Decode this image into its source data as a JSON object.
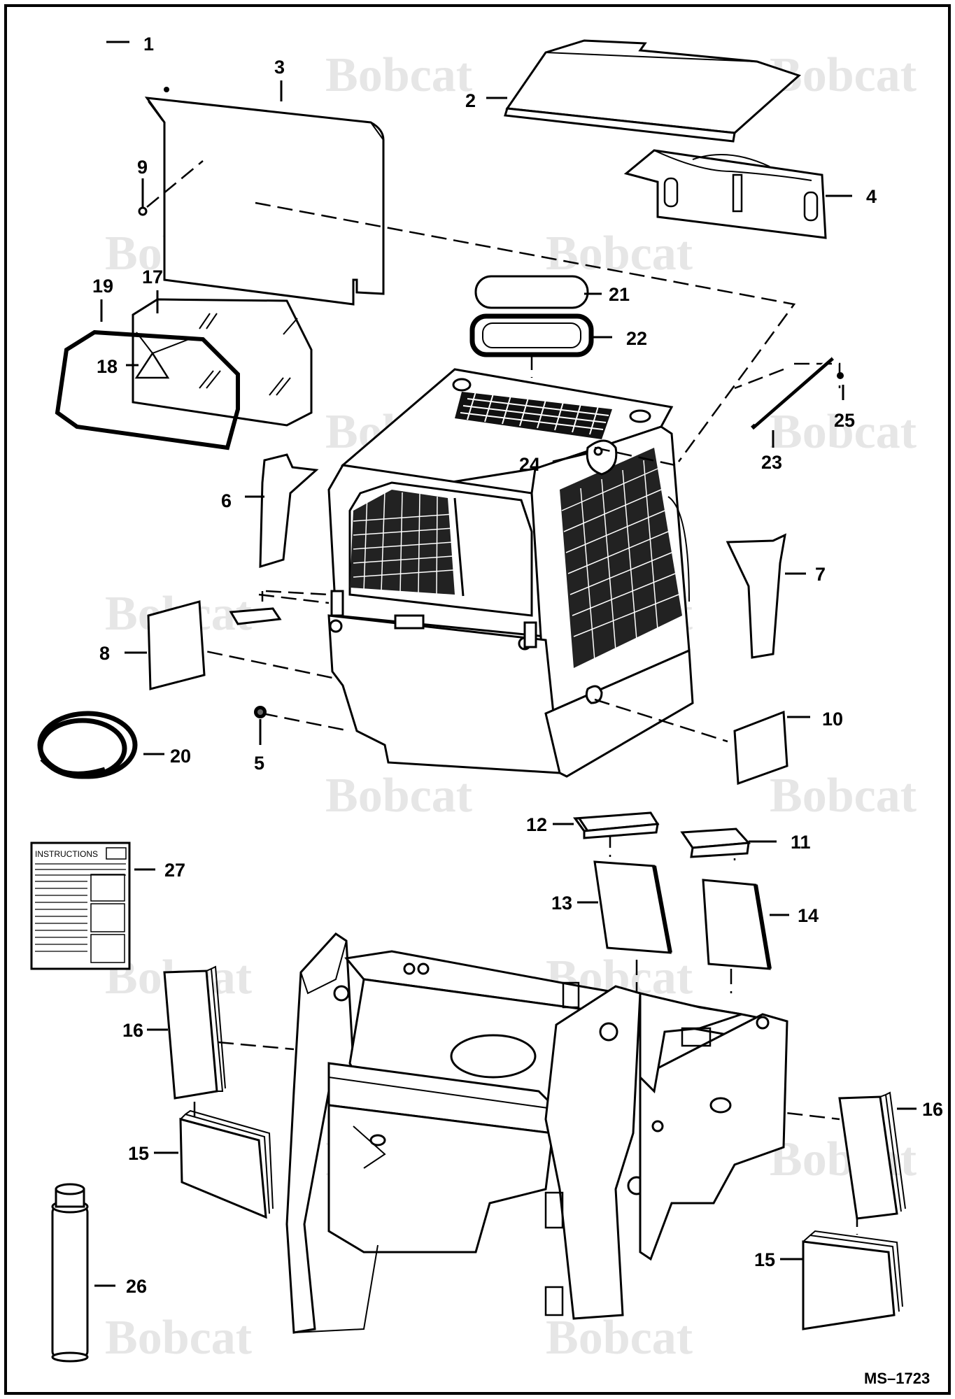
{
  "diagram": {
    "drawing_number": "MS–1723",
    "watermark_text": "Bobcat",
    "instructions_label": "INSTRUCTIONS",
    "callouts": [
      {
        "id": "1",
        "label": "1"
      },
      {
        "id": "2",
        "label": "2"
      },
      {
        "id": "3",
        "label": "3"
      },
      {
        "id": "4",
        "label": "4"
      },
      {
        "id": "5",
        "label": "5"
      },
      {
        "id": "6",
        "label": "6"
      },
      {
        "id": "7",
        "label": "7"
      },
      {
        "id": "8",
        "label": "8"
      },
      {
        "id": "9",
        "label": "9"
      },
      {
        "id": "10",
        "label": "10"
      },
      {
        "id": "11",
        "label": "11"
      },
      {
        "id": "12",
        "label": "12"
      },
      {
        "id": "13",
        "label": "13"
      },
      {
        "id": "14",
        "label": "14"
      },
      {
        "id": "15a",
        "label": "15"
      },
      {
        "id": "15b",
        "label": "15"
      },
      {
        "id": "16a",
        "label": "16"
      },
      {
        "id": "16b",
        "label": "16"
      },
      {
        "id": "17",
        "label": "17"
      },
      {
        "id": "18",
        "label": "18"
      },
      {
        "id": "19",
        "label": "19"
      },
      {
        "id": "20",
        "label": "20"
      },
      {
        "id": "21",
        "label": "21"
      },
      {
        "id": "22",
        "label": "22"
      },
      {
        "id": "23",
        "label": "23"
      },
      {
        "id": "24",
        "label": "24"
      },
      {
        "id": "25",
        "label": "25"
      },
      {
        "id": "26",
        "label": "26"
      },
      {
        "id": "27",
        "label": "27"
      }
    ]
  }
}
